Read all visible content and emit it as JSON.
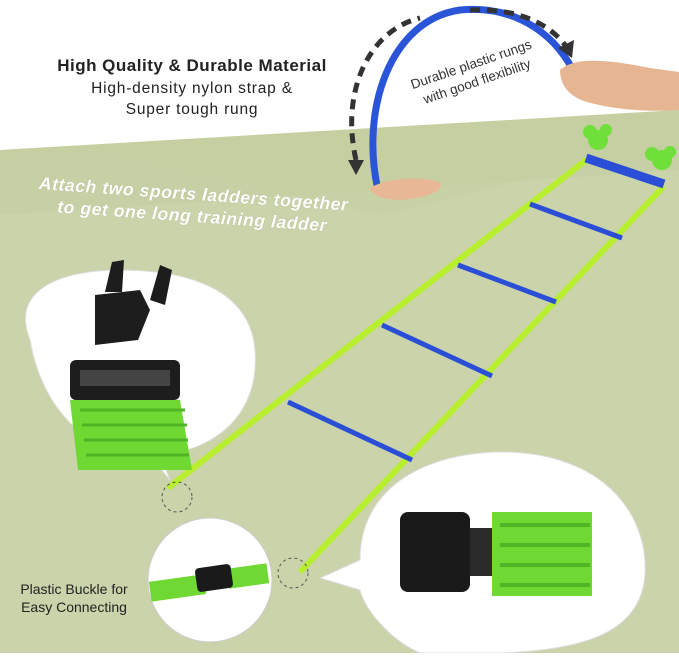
{
  "headline": {
    "title": "High Quality & Durable Material",
    "line1": "High-density nylon strap &",
    "line2": "Super tough rung"
  },
  "rung_note": {
    "line1": "Durable plastic rungs",
    "line2": "with good flexibility"
  },
  "attach_note": {
    "line1": "Attach two sports ladders together",
    "line2": "to get one long training ladder"
  },
  "buckle_note": {
    "line1": "Plastic Buckle for",
    "line2": "Easy Connecting"
  },
  "colors": {
    "background_green": "#c8d2a6",
    "strap_green": "#b7ee2d",
    "rung_blue": "#2a4fd6",
    "buckle_black": "#1a1a1a"
  }
}
